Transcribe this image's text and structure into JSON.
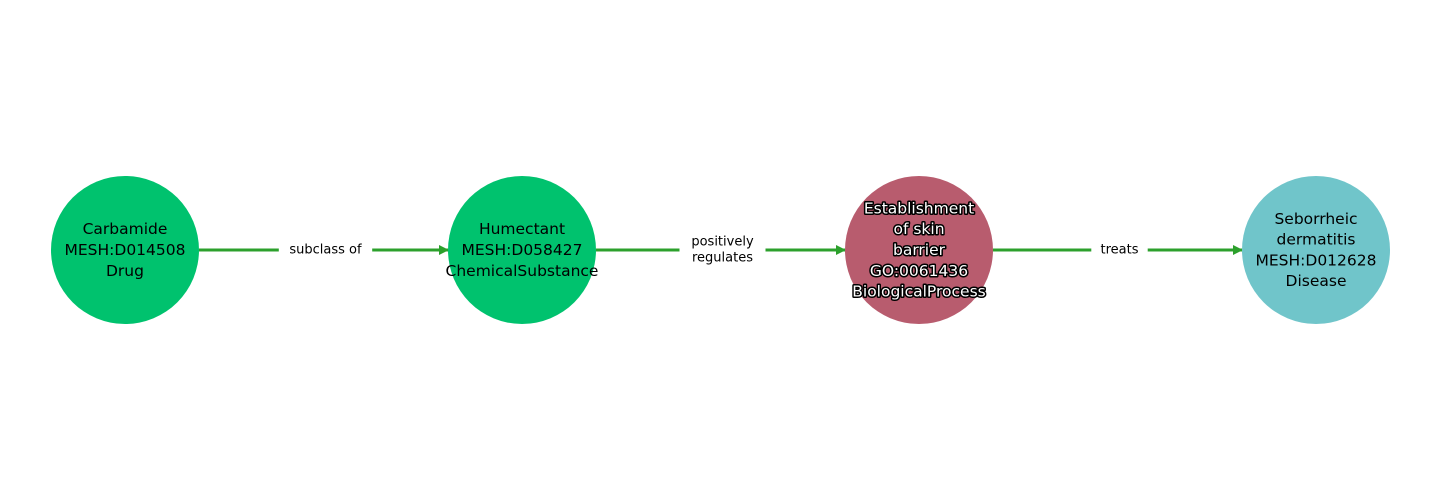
{
  "nodes": [
    {
      "id": "carbamide",
      "lines": [
        "Carbamide",
        "MESH:D014508",
        "Drug"
      ],
      "color": "#00c26e",
      "text_color": "#000000",
      "outlined": false
    },
    {
      "id": "humectant",
      "lines": [
        "Humectant",
        "MESH:D058427",
        "ChemicalSubstance"
      ],
      "color": "#00c26e",
      "text_color": "#000000",
      "outlined": false
    },
    {
      "id": "skin-barrier",
      "lines": [
        "Establishment",
        "of skin",
        "barrier",
        "GO:0061436",
        "BiologicalProcess"
      ],
      "color": "#b85c6e",
      "text_color": "#ffffff",
      "outlined": true
    },
    {
      "id": "seborrheic-dermatitis",
      "lines": [
        "Seborrheic",
        "dermatitis",
        "MESH:D012628",
        "Disease"
      ],
      "color": "#70c5ca",
      "text_color": "#000000",
      "outlined": false
    }
  ],
  "edges": [
    {
      "from": "carbamide",
      "to": "humectant",
      "label_lines": [
        "subclass of"
      ]
    },
    {
      "from": "humectant",
      "to": "skin-barrier",
      "label_lines": [
        "positively",
        "regulates"
      ]
    },
    {
      "from": "skin-barrier",
      "to": "seborrheic-dermatitis",
      "label_lines": [
        "treats"
      ]
    }
  ],
  "edge_color": "#2ca02c"
}
